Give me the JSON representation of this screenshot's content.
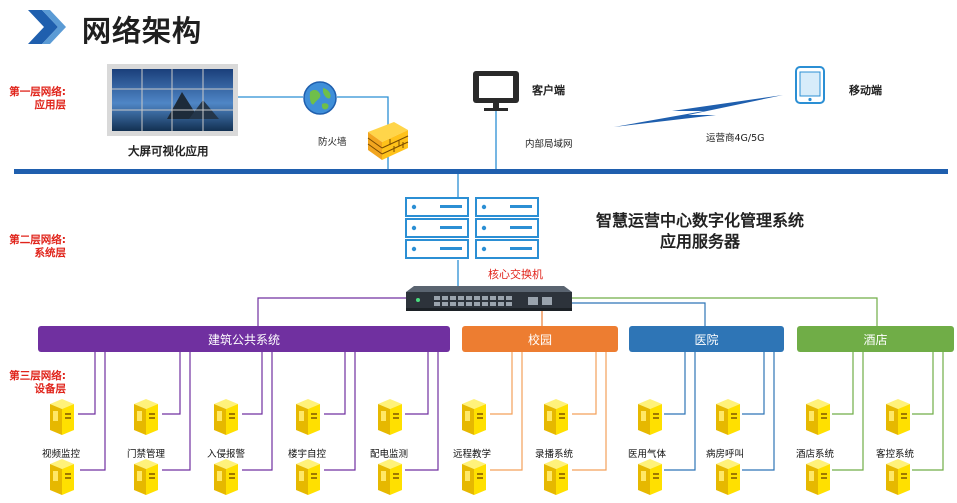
{
  "header": {
    "title": "网络架构"
  },
  "layers": [
    {
      "line1": "第一层网络:",
      "line2": "应用层"
    },
    {
      "line1": "第二层网络:",
      "line2": "系统层"
    },
    {
      "line1": "第三层网络:",
      "line2": "设备层"
    }
  ],
  "app_layer": {
    "video_wall": "大屏可视化应用",
    "firewall": "防火墙",
    "client": "客户端",
    "lan": "内部局域网",
    "mobile": "移动端",
    "carrier": "运营商4G/5G"
  },
  "system_layer": {
    "server_line1": "智慧运营中心数字化管理系统",
    "server_line2": "应用服务器",
    "switch": "核心交换机"
  },
  "categories": [
    {
      "label": "建筑公共系统",
      "color": "#7030a0"
    },
    {
      "label": "校园",
      "color": "#ed7d31"
    },
    {
      "label": "医院",
      "color": "#2e75b6"
    },
    {
      "label": "酒店",
      "color": "#70ad47"
    }
  ],
  "devices": [
    "视频监控",
    "门禁管理",
    "入侵报警",
    "楼宇自控",
    "配电监测",
    "远程教学",
    "录播系统",
    "医用气体",
    "病房呼叫",
    "酒店系统",
    "客控系统"
  ],
  "colors": {
    "accent_blue": "#1f5fae",
    "alert_red": "#e0241b",
    "device_yellow": "#ffe000"
  },
  "icons": [
    "chevron-right-icon",
    "globe-icon",
    "firewall-icon",
    "monitor-icon",
    "tablet-icon",
    "lightning-icon",
    "server-icon",
    "network-switch-icon",
    "computer-tower-icon"
  ]
}
